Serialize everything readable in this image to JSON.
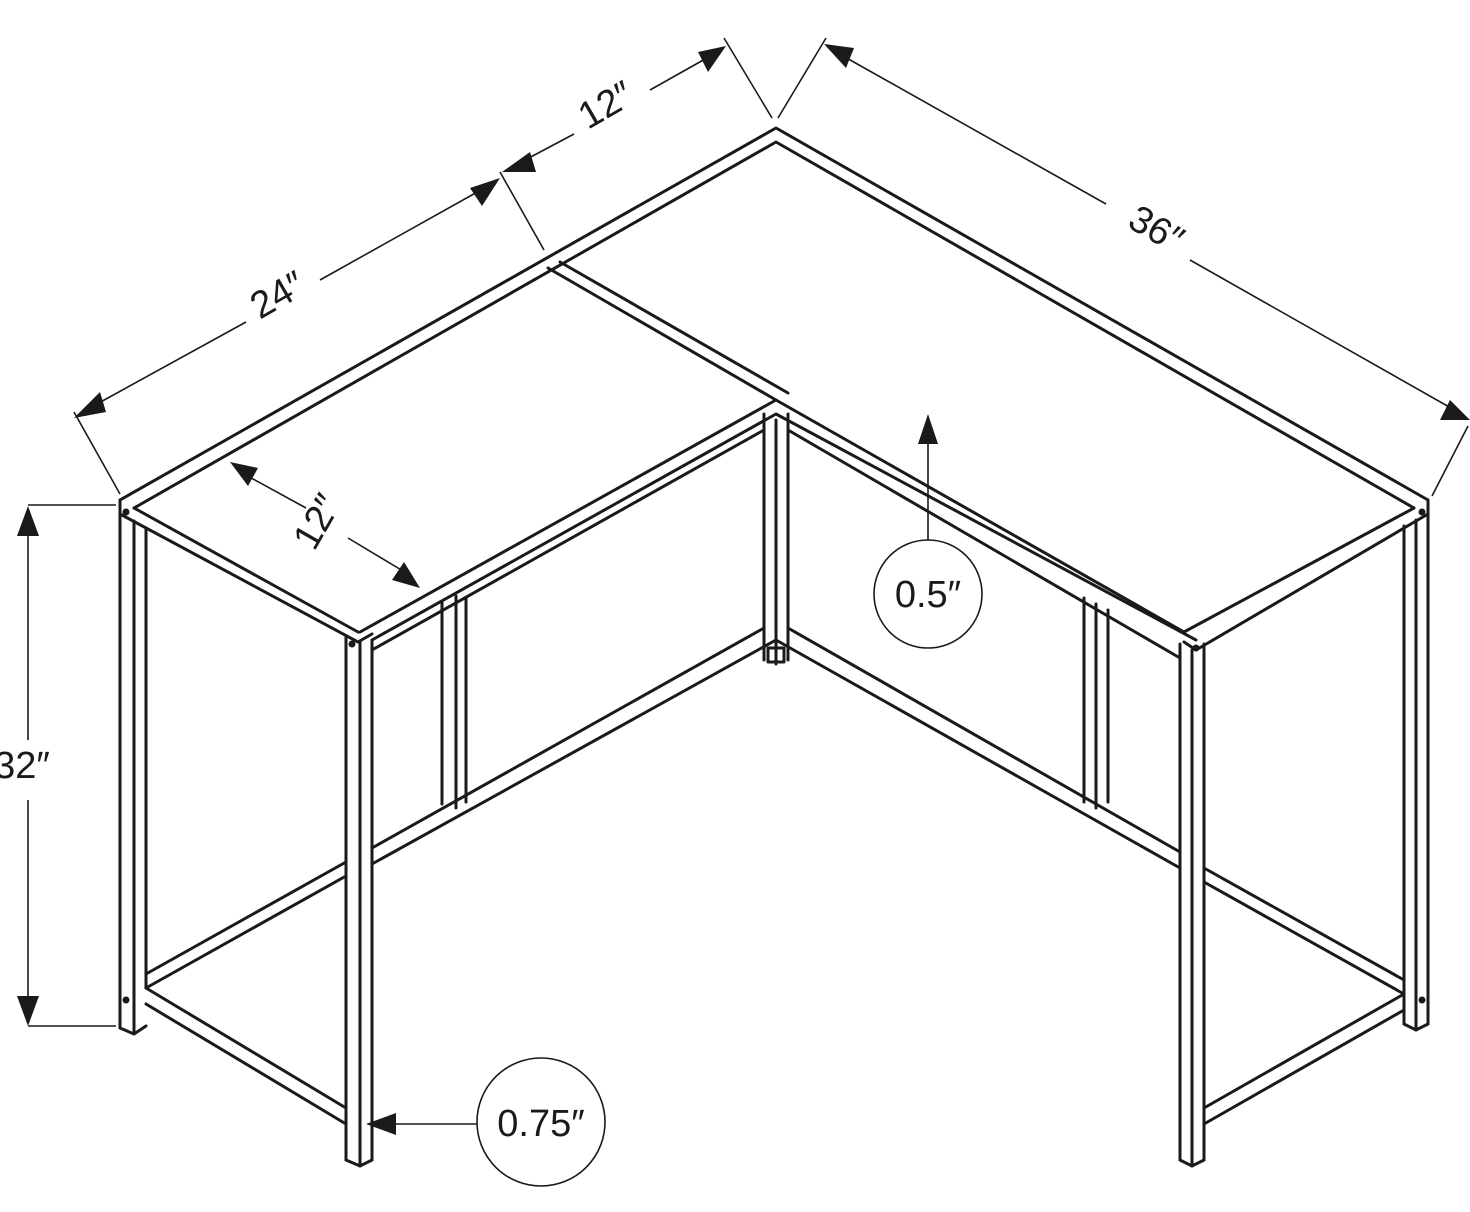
{
  "dimensions": {
    "width_short": "24″",
    "return_depth": "12″",
    "width_long": "36″",
    "top_depth": "12″",
    "height": "32″"
  },
  "callouts": {
    "top_thickness": "0.5″",
    "leg_thickness": "0.75″"
  }
}
